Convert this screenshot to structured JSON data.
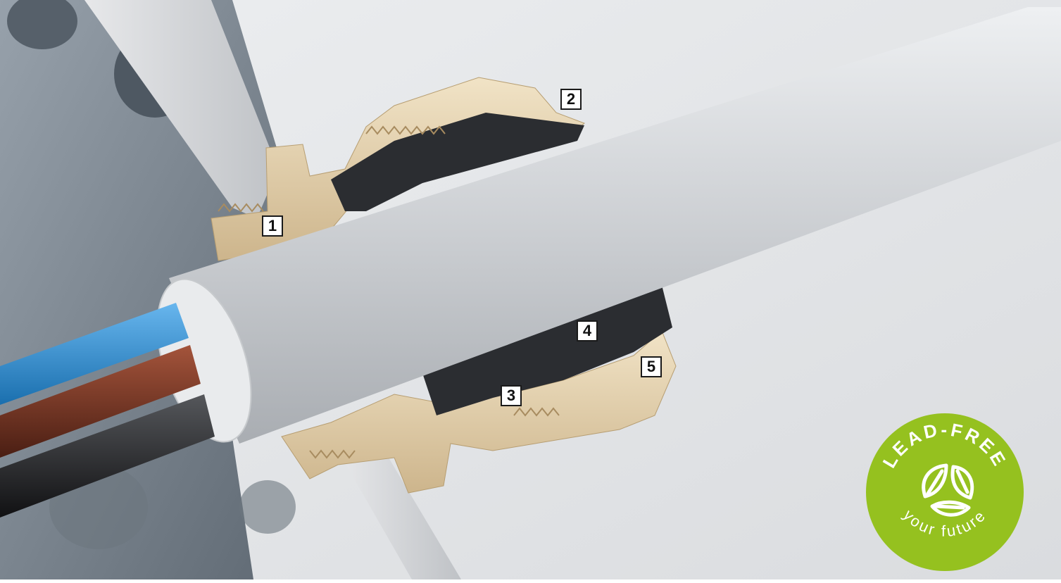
{
  "callouts": [
    "1",
    "2",
    "3",
    "4",
    "5"
  ],
  "badge": {
    "top_text": "LEAD-FREE",
    "bottom_text": "your future",
    "color": "#95c11f",
    "icon": "leaf-cycle-icon"
  },
  "colors": {
    "background": "#e3e4e6",
    "enclosure": "#7f8993",
    "brass": "#e3d2b2",
    "seal": "#2b2d31",
    "cable_sheath": "#d4d7da",
    "wire_blue": "#2f8fd6",
    "wire_brown": "#6a2e1f",
    "wire_black": "#1c1c1f"
  }
}
